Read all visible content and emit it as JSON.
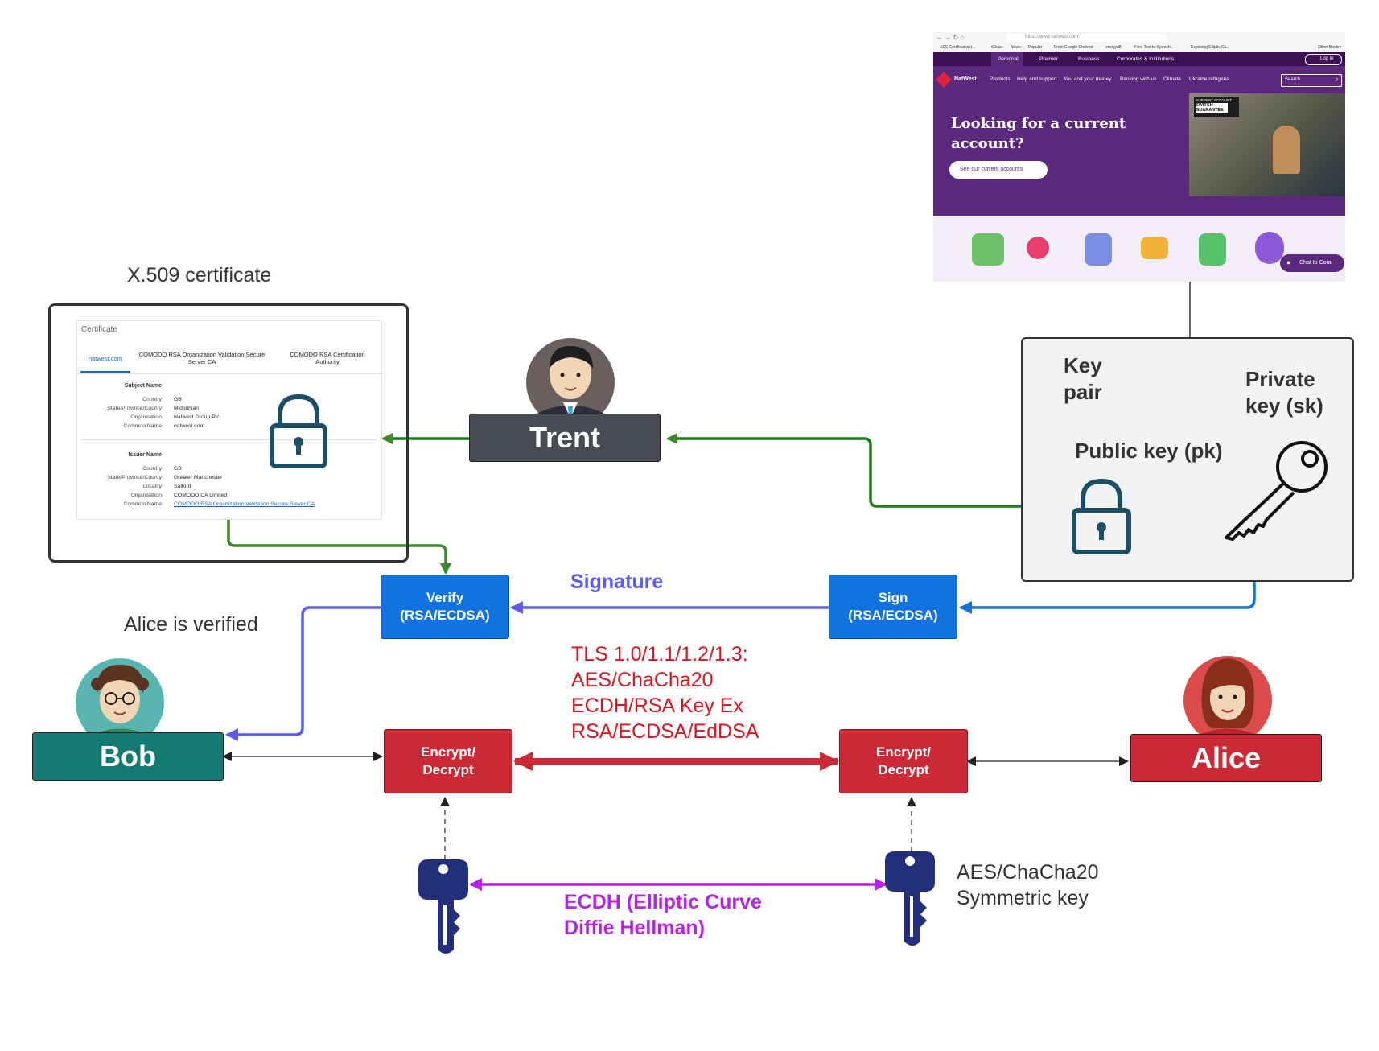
{
  "colors": {
    "trust_green": "#1a7f1a",
    "signature_purple": "#5b5bf0",
    "sign_blue": "#1273de",
    "tls_red": "#cc2936",
    "ecdh_magenta": "#b722e8",
    "key_navy": "#232f7a",
    "lock_teal": "#1d4e66",
    "natwest_purple": "#5a287d"
  },
  "labels": {
    "x509_title": "X.509 certificate",
    "alice_verified": "Alice is verified",
    "signature": "Signature",
    "tls_lines": [
      "TLS 1.0/1.1/1.2/1.3:",
      "AES/ChaCha20",
      "ECDH/RSA Key Ex",
      "RSA/ECDSA/EdDSA"
    ],
    "ecdh_lines": [
      "ECDH (Elliptic Curve",
      "Diffie Hellman)"
    ],
    "symkey_lines": [
      "AES/ChaCha20",
      "Symmetric key"
    ]
  },
  "actors": {
    "trent": "Trent",
    "bob": "Bob",
    "alice": "Alice"
  },
  "boxes": {
    "verify": [
      "Verify",
      "(RSA/ECDSA)"
    ],
    "sign": [
      "Sign",
      "(RSA/ECDSA)"
    ],
    "encrypt_left": [
      "Encrypt/",
      "Decrypt"
    ],
    "encrypt_right": [
      "Encrypt/",
      "Decrypt"
    ]
  },
  "keypair": {
    "title_lines": [
      "Key",
      "pair"
    ],
    "private_lines": [
      "Private",
      "key (sk)"
    ],
    "public": "Public key (pk)"
  },
  "certificate": {
    "header": "Certificate",
    "tabs": [
      "natwest.com",
      "COMODO RSA Organization Validation Secure Server CA",
      "COMODO RSA Certification Authority"
    ],
    "subject_heading": "Subject Name",
    "subject": [
      {
        "k": "Country",
        "v": "GB"
      },
      {
        "k": "State/Province/County",
        "v": "Midlothian"
      },
      {
        "k": "Organisation",
        "v": "Natwest Group Plc"
      },
      {
        "k": "Common Name",
        "v": "natwest.com"
      }
    ],
    "issuer_heading": "Issuer Name",
    "issuer": [
      {
        "k": "Country",
        "v": "GB"
      },
      {
        "k": "State/Province/County",
        "v": "Greater Manchester"
      },
      {
        "k": "Locality",
        "v": "Salford"
      },
      {
        "k": "Organisation",
        "v": "COMODO CA Limited"
      },
      {
        "k": "Common Name",
        "v": "COMODO RSA Organization Validation Secure Server CA"
      }
    ]
  },
  "browser": {
    "url": "https://www.natwest.com",
    "bookmarks": [
      "AES Certification |...",
      "iCloud",
      "News",
      "Popular",
      "From Google Chrome",
      "encryptB",
      "Free Text to Speech...",
      "Exploring Elliptic Cu...",
      "Other Bookm"
    ],
    "segments": [
      "Personal",
      "Premier",
      "Business",
      "Corporates & Institutions"
    ],
    "login": "Log in",
    "brand": "NatWest",
    "menu": [
      "Products",
      "Help and support",
      "You and your money",
      "Banking with us",
      "Climate",
      "Ukraine refugees"
    ],
    "search_placeholder": "Search",
    "hero_title_lines": [
      "Looking for a current",
      "account?"
    ],
    "hero_button": "See our current accounts",
    "badge_lines": [
      "CURRENT ACCOUNT",
      "SWITCH",
      "GUARANTEE"
    ],
    "chat": "Chat to Cora"
  }
}
